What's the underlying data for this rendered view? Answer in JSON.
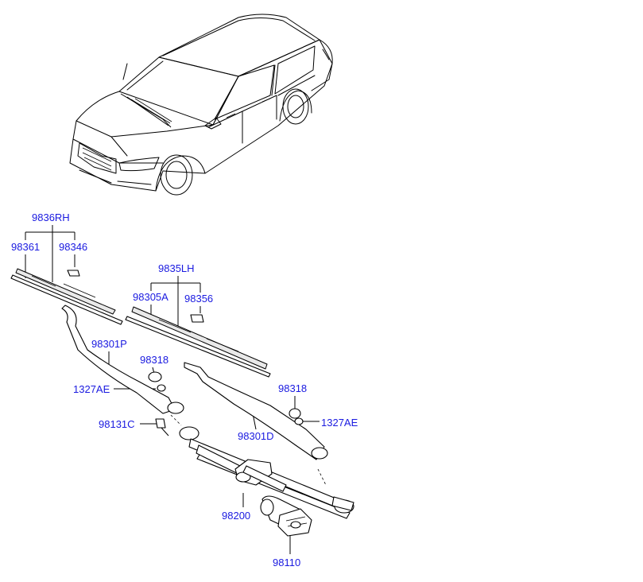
{
  "diagram": {
    "labels": {
      "p9836RH": "9836RH",
      "p98361": "98361",
      "p98346": "98346",
      "p9835LH": "9835LH",
      "p98305A": "98305A",
      "p98356": "98356",
      "p98301P": "98301P",
      "p98318a": "98318",
      "p1327AEa": "1327AE",
      "p98318b": "98318",
      "p1327AEb": "1327AE",
      "p98131C": "98131C",
      "p98301D": "98301D",
      "p98200": "98200",
      "p98110": "98110"
    }
  },
  "colors": {
    "label": "#1a1ae0",
    "line": "#000000"
  }
}
